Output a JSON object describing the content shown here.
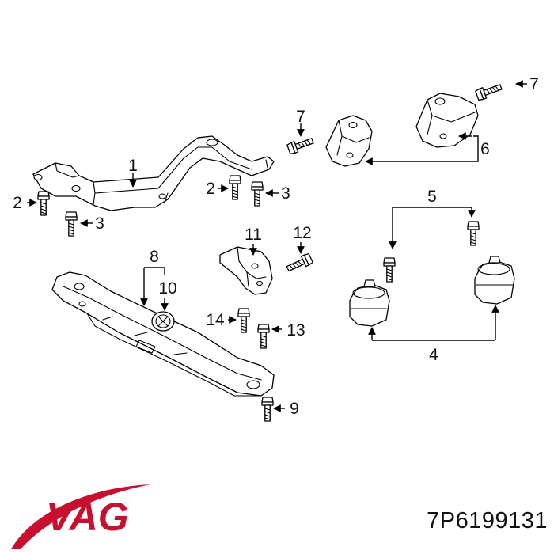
{
  "callouts": {
    "c1": "1",
    "c2a": "2",
    "c2b": "2",
    "c3a": "3",
    "c3b": "3",
    "c4": "4",
    "c5": "5",
    "c6": "6",
    "c7a": "7",
    "c7b": "7",
    "c8": "8",
    "c9": "9",
    "c10": "10",
    "c11": "11",
    "c12": "12",
    "c13": "13",
    "c14": "14"
  },
  "brand": {
    "logo_text": "VAG",
    "logo_color": "#c8102e"
  },
  "part_number": "7P6199131"
}
